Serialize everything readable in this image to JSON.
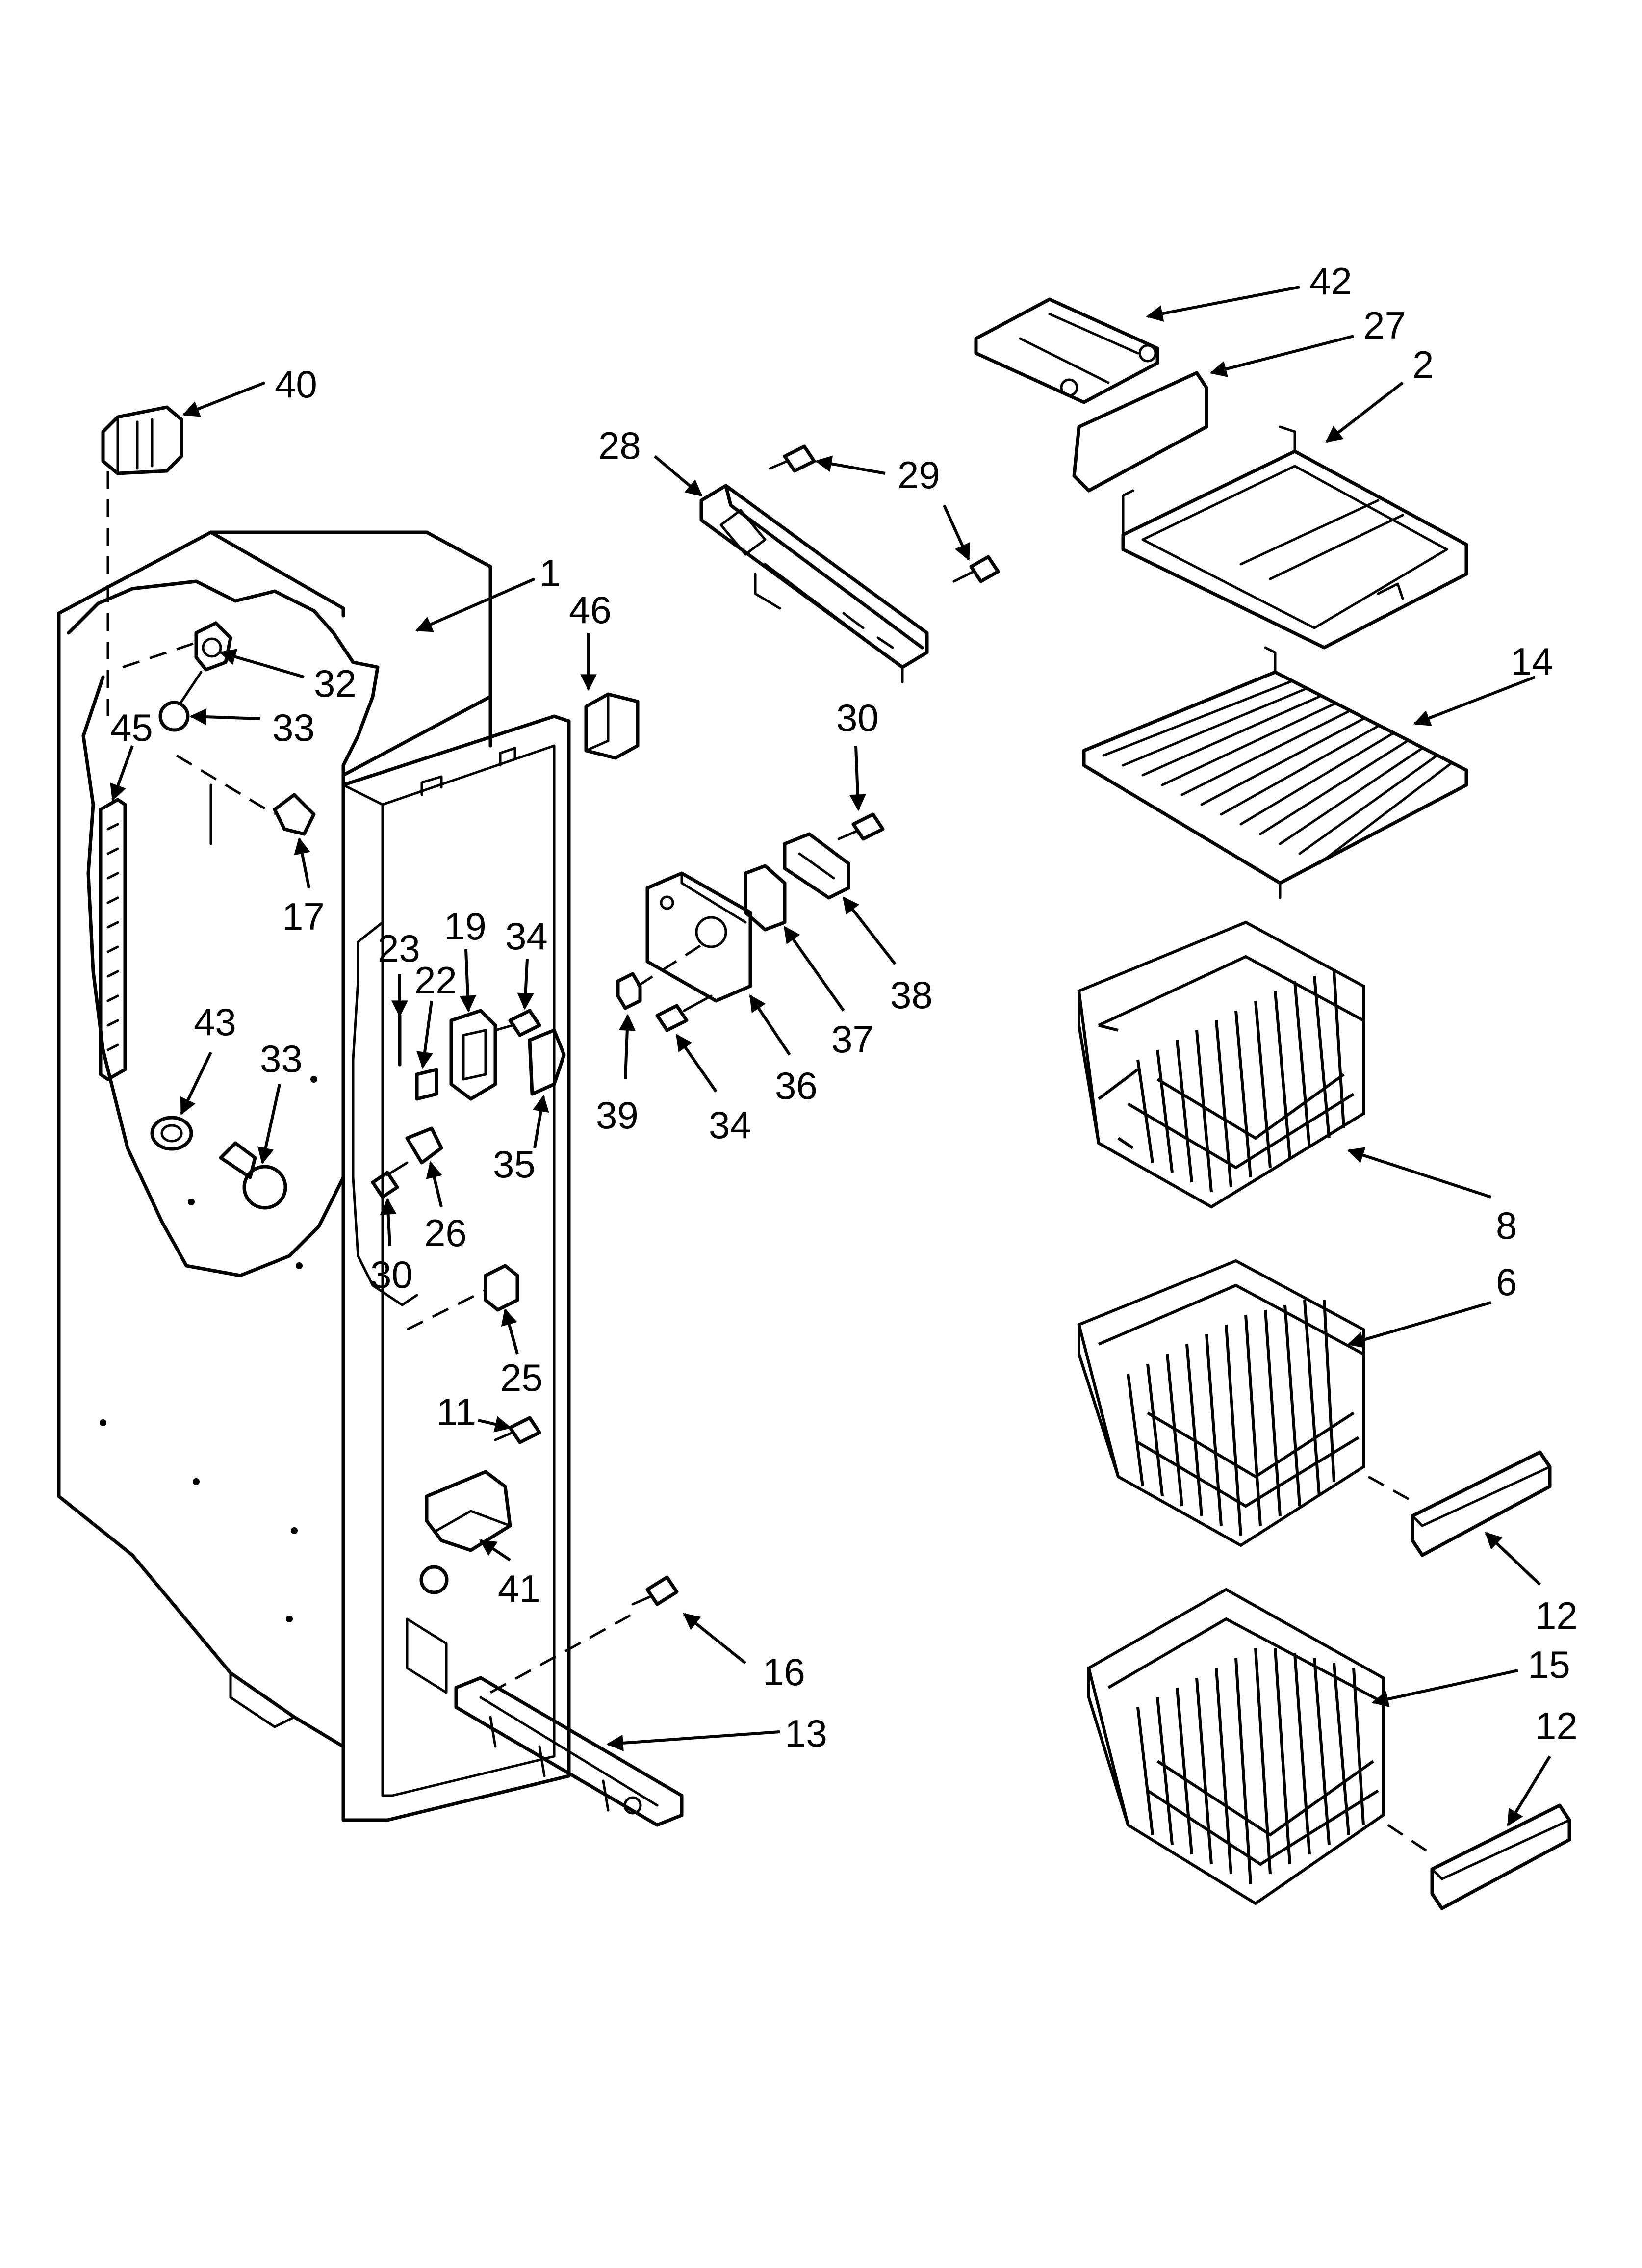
{
  "callouts": [
    {
      "id": "c40",
      "label": "40"
    },
    {
      "id": "c32",
      "label": "32"
    },
    {
      "id": "c33a",
      "label": "33"
    },
    {
      "id": "c45",
      "label": "45"
    },
    {
      "id": "c17",
      "label": "17"
    },
    {
      "id": "c43",
      "label": "43"
    },
    {
      "id": "c33b",
      "label": "33"
    },
    {
      "id": "c1",
      "label": "1"
    },
    {
      "id": "c46",
      "label": "46"
    },
    {
      "id": "c23",
      "label": "23"
    },
    {
      "id": "c22",
      "label": "22"
    },
    {
      "id": "c19",
      "label": "19"
    },
    {
      "id": "c34a",
      "label": "34"
    },
    {
      "id": "c35",
      "label": "35"
    },
    {
      "id": "c26",
      "label": "26"
    },
    {
      "id": "c30a",
      "label": "30"
    },
    {
      "id": "c25",
      "label": "25"
    },
    {
      "id": "c11",
      "label": "11"
    },
    {
      "id": "c41",
      "label": "41"
    },
    {
      "id": "c16",
      "label": "16"
    },
    {
      "id": "c13",
      "label": "13"
    },
    {
      "id": "c28",
      "label": "28"
    },
    {
      "id": "c29",
      "label": "29"
    },
    {
      "id": "c30b",
      "label": "30"
    },
    {
      "id": "c38",
      "label": "38"
    },
    {
      "id": "c37",
      "label": "37"
    },
    {
      "id": "c36",
      "label": "36"
    },
    {
      "id": "c39",
      "label": "39"
    },
    {
      "id": "c34b",
      "label": "34"
    },
    {
      "id": "c42",
      "label": "42"
    },
    {
      "id": "c27",
      "label": "27"
    },
    {
      "id": "c2",
      "label": "2"
    },
    {
      "id": "c14",
      "label": "14"
    },
    {
      "id": "c8",
      "label": "8"
    },
    {
      "id": "c6",
      "label": "6"
    },
    {
      "id": "c12a",
      "label": "12"
    },
    {
      "id": "c15",
      "label": "15"
    },
    {
      "id": "c12b",
      "label": "12"
    }
  ]
}
